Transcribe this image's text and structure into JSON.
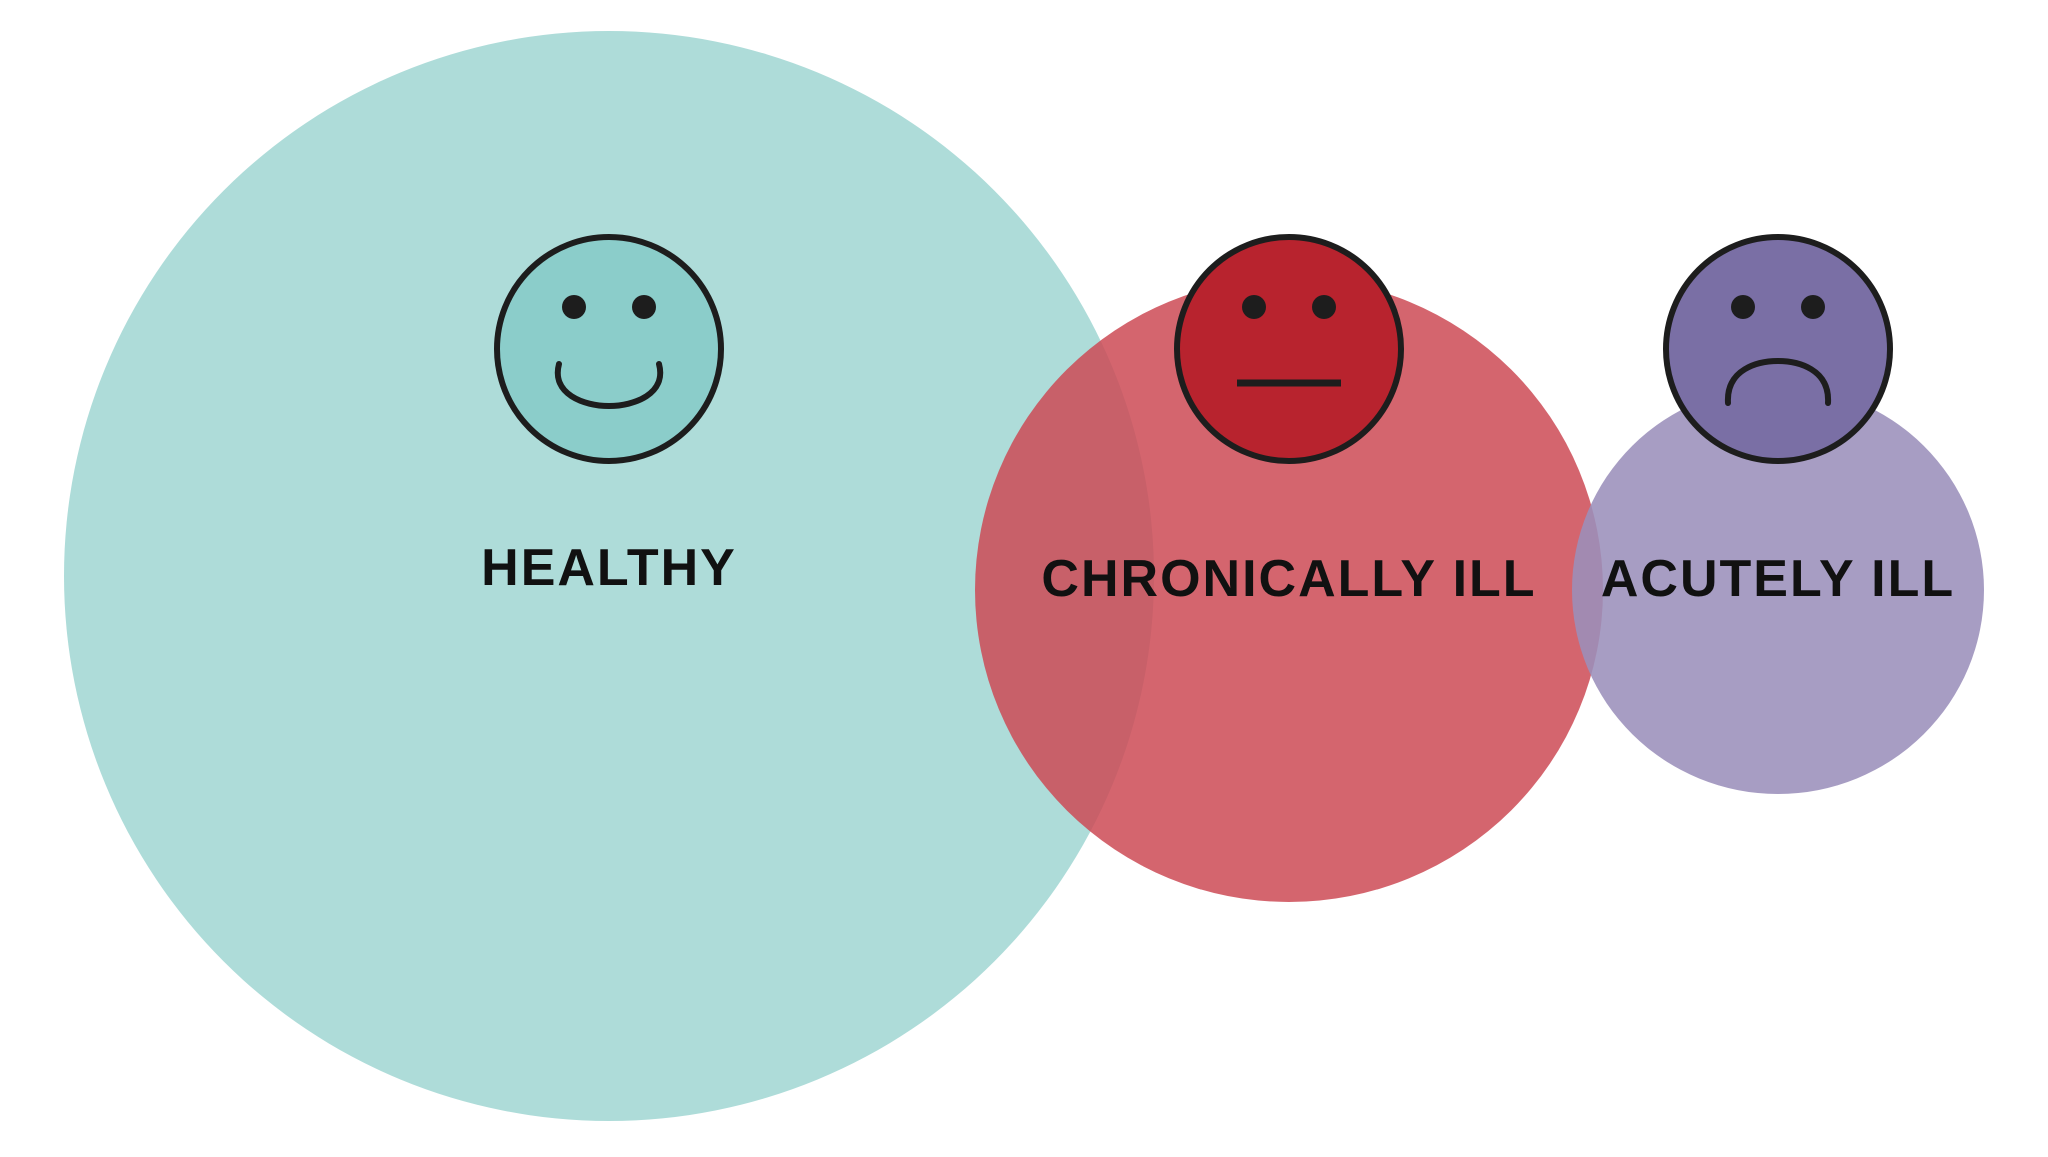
{
  "groups": [
    {
      "id": "healthy",
      "label": "HEALTHY",
      "face": "smiling-face-icon",
      "expression": "happy",
      "circle_color": "#aedcd9",
      "face_color": "#8bcdca"
    },
    {
      "id": "chronically-ill",
      "label": "CHRONICALLY ILL",
      "face": "neutral-face-icon",
      "expression": "neutral",
      "circle_color": "#cc4a55",
      "face_color": "#b8232e"
    },
    {
      "id": "acutely-ill",
      "label": "ACUTELY ILL",
      "face": "sad-face-icon",
      "expression": "sad",
      "circle_color": "#9b8fbb",
      "face_color": "#7a6fa5"
    }
  ],
  "colors": {
    "background": "#ffffff",
    "outline": "#1d1d1d",
    "text": "#111111"
  }
}
